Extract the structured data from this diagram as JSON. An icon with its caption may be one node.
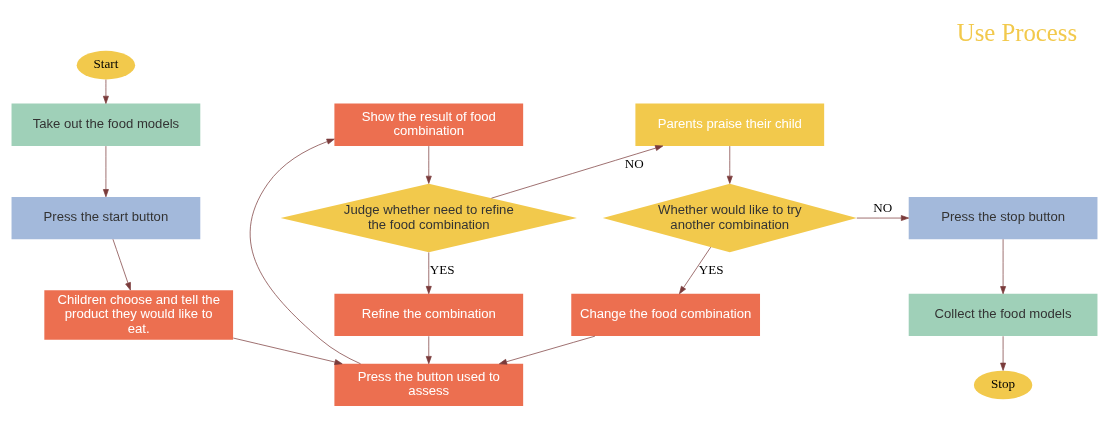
{
  "diagram": {
    "title": "Use Process",
    "nodes": [
      {
        "text": [
          "Start"
        ]
      },
      {
        "text": [
          "Take out the food models"
        ]
      },
      {
        "text": [
          "Press the start button"
        ]
      },
      {
        "text": [
          "Children choose and tell the product they would like to eat."
        ]
      },
      {
        "text": [
          "Press the button used to assess"
        ]
      },
      {
        "text": [
          "Show the result of food combination"
        ]
      },
      {
        "text": [
          "Judge whether need to refine the food combination"
        ]
      },
      {
        "text": [
          "Refine the combination"
        ]
      },
      {
        "text": [
          "Parents praise their child"
        ]
      },
      {
        "text": [
          "Whether would like to try another combination"
        ]
      },
      {
        "text": [
          "Change the food combination"
        ]
      },
      {
        "text": [
          "Press the stop button"
        ]
      },
      {
        "text": [
          "Collect the food models"
        ]
      },
      {
        "text": [
          "Stop"
        ]
      }
    ],
    "edges": [
      {
        "from": 0,
        "to": 1,
        "arrow": "to"
      },
      {
        "from": 1,
        "to": 2,
        "arrow": "to"
      },
      {
        "from": 2,
        "to": 3,
        "arrow": "to"
      },
      {
        "from": 3,
        "to": 4,
        "arrow": "to"
      },
      {
        "from": 4,
        "to": 5,
        "arrow": "to"
      },
      {
        "from": 5,
        "to": 6,
        "arrow": "to"
      },
      {
        "from": 6,
        "to": 7,
        "arrow": "to",
        "label": "YES"
      },
      {
        "from": 6,
        "to": 8,
        "arrow": "to",
        "label": "NO"
      },
      {
        "from": 8,
        "to": 9,
        "arrow": "to"
      },
      {
        "from": 9,
        "to": 10,
        "arrow": "to",
        "label": "YES"
      },
      {
        "from": 9,
        "to": 11,
        "arrow": "to",
        "label": "NO"
      },
      {
        "from": 11,
        "to": 12,
        "arrow": "to"
      },
      {
        "from": 12,
        "to": 13,
        "arrow": "to"
      },
      {
        "from": 7,
        "to": 4,
        "arrow": "to"
      },
      {
        "from": 10,
        "to": 4,
        "arrow": "to"
      }
    ]
  }
}
